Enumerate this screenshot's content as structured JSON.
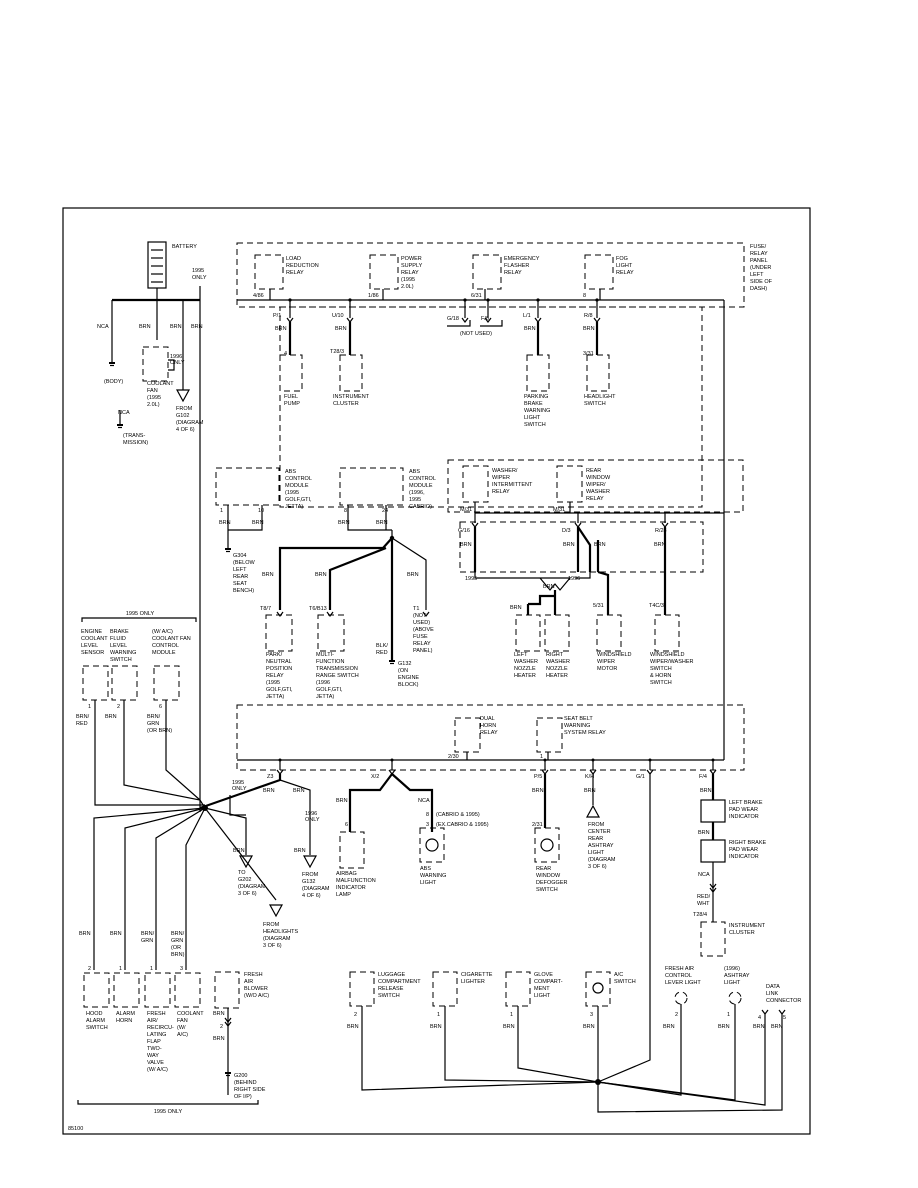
{
  "figure_id": "85100",
  "battery": "BATTERY",
  "only_1995": "1995 ONLY",
  "only_1995_stack": [
    "1995",
    "ONLY"
  ],
  "only_1996_stack": [
    "1996",
    "ONLY"
  ],
  "not_used": "(NOT USED)",
  "top_left_wires": {
    "nca": "NCA",
    "brn": "BRN",
    "body": "(BODY)",
    "nca2": "NCA",
    "trans": [
      "(TRANS-",
      "MISSION)"
    ]
  },
  "coolant_fan": [
    "COOLANT",
    "FAN",
    "(1995",
    "2.0L)"
  ],
  "from_g102": [
    "FROM",
    "G102",
    "(DIAGRAM",
    "4 OF 6)"
  ],
  "fuse_panel": [
    "FUSE/",
    "RELAY",
    "PANEL",
    "(UNDER",
    "LEFT",
    "SIDE OF",
    "DASH)"
  ],
  "relays_top": [
    {
      "label": [
        "LOAD",
        "REDUCTION",
        "RELAY"
      ],
      "pin": "4/86"
    },
    {
      "label": [
        "POWER",
        "SUPPLY",
        "RELAY",
        "(1995",
        "2.0L)"
      ],
      "pin": "1/86"
    },
    {
      "label": [
        "EMERGENCY",
        "FLASHER",
        "RELAY"
      ],
      "pin": "6/31"
    },
    {
      "label": [
        "FOG",
        "LIGHT",
        "RELAY"
      ],
      "pin": "8"
    }
  ],
  "top_connectors": [
    "P/1",
    "U/10",
    "G/18",
    "F/6",
    "L/1",
    "R/8"
  ],
  "fuel_pump": {
    "pin": "4",
    "label": [
      "FUEL",
      "PUMP"
    ]
  },
  "instrument_cluster_top": {
    "pin": "T28/3",
    "label": [
      "INSTRUMENT",
      "CLUSTER"
    ]
  },
  "parking_brake": [
    "PARKING",
    "BRAKE",
    "WARNING",
    "LIGHT",
    "SWITCH"
  ],
  "headlight_switch": {
    "pin": "3/31",
    "label": [
      "HEADLIGHT",
      "SWITCH"
    ]
  },
  "abs_module_a": {
    "label": [
      "ABS",
      "CONTROL",
      "MODULE",
      "(1995",
      "GOLF,GTI,",
      "JETTA)"
    ],
    "pins": [
      "1",
      "10"
    ]
  },
  "abs_module_b": {
    "label": [
      "ABS",
      "CONTROL",
      "MODULE",
      "(1996,",
      "1995",
      "CABRIO)"
    ],
    "pins": [
      "8",
      "24"
    ]
  },
  "g304": [
    "G304",
    "(BELOW",
    "LEFT",
    "REAR",
    "SEAT",
    "BENCH)"
  ],
  "park_neutral": {
    "pin": "T8/7",
    "label": [
      "PARK/",
      "NEUTRAL",
      "POSITION",
      "RELAY",
      "(1995",
      "GOLF,GTI,",
      "JETTA)"
    ]
  },
  "multi_function": {
    "pin": "T6/B13",
    "label": [
      "MULTI-",
      "FUNCTION",
      "TRANSMISSION",
      "RANGE SWITCH",
      "(1996",
      "GOLF,GTI,",
      "JETTA)"
    ]
  },
  "blk_red": [
    "BLK/",
    "RED"
  ],
  "g132": [
    "G132",
    "(ON",
    "ENGINE",
    "BLOCK)"
  ],
  "t1_note": [
    "T1",
    "(NOT",
    "USED)",
    "(ABOVE",
    "FUSE",
    "RELAY",
    "PANEL)"
  ],
  "washer_relay": {
    "pin": "M/31",
    "label": [
      "WASHER/",
      "WIPER",
      "INTERMITTENT",
      "RELAY"
    ]
  },
  "rear_wiper_relay": {
    "pin": "M/31",
    "label": [
      "REAR",
      "WINDOW",
      "WIPER/",
      "WASHER",
      "RELAY"
    ]
  },
  "mid_connectors": [
    "G/16",
    "D/3",
    "H/6",
    "R/28"
  ],
  "year_1995": "1995",
  "year_1996": "1996",
  "left_nozzle": [
    "LEFT",
    "WASHER",
    "NOZZLE",
    "HEATER"
  ],
  "right_nozzle": [
    "RIGHT",
    "WASHER",
    "NOZZLE",
    "HEATER"
  ],
  "wiper_motor": {
    "pin": "5/31",
    "label": [
      "WINDSHIELD",
      "WIPER",
      "MOTOR"
    ]
  },
  "wiper_switch": {
    "pin": "T4C/3",
    "label": [
      "WINDSHIELD",
      "WIPER/WASHER",
      "SWITCH",
      "& HORN",
      "SWITCH"
    ]
  },
  "sensors_1995": [
    {
      "label": [
        "ENGINE",
        "COOLANT",
        "LEVEL",
        "SENSOR"
      ],
      "pin": "1",
      "wire": [
        "BRN/",
        "RED"
      ]
    },
    {
      "label": [
        "BRAKE",
        "FLUID",
        "LEVEL",
        "WARNING",
        "SWITCH"
      ],
      "pin": "2",
      "wire": [
        "BRN"
      ]
    },
    {
      "label": [
        "(W/ A/C)",
        "COOLANT FAN",
        "CONTROL",
        "MODULE"
      ],
      "pin": "6",
      "wire": [
        "BRN/",
        "GRN",
        "(OR BRN)"
      ]
    }
  ],
  "dual_horn_relay": {
    "pin": "2/30",
    "label": [
      "DUAL",
      "HORN",
      "RELAY"
    ]
  },
  "seat_belt_relay": {
    "pin": "1",
    "label": [
      "SEAT BELT",
      "WARNING",
      "SYSTEM RELAY"
    ]
  },
  "low_connectors": [
    "Z3",
    "X/2",
    "P/5",
    "K/H",
    "G/1",
    "F/4"
  ],
  "cabrio_notes": [
    "(CABRIO & 1995)",
    "(EX.CABRIO & 1995)"
  ],
  "to_g202": [
    "TO",
    "G202",
    "(DIAGRAM",
    "3 OF 6)"
  ],
  "from_g132": [
    "FROM",
    "G132",
    "(DIAGRAM",
    "4 OF 6)"
  ],
  "from_headlights": [
    "FROM",
    "HEADLIGHTS",
    "(DIAGRAM",
    "3 OF 6)"
  ],
  "airbag": {
    "pin": "6",
    "label": [
      "AIRBAG",
      "MALFUNCTION",
      "INDICATOR",
      "LAMP"
    ]
  },
  "abs_light": {
    "pins": [
      "8",
      "3"
    ],
    "label": [
      "ABS",
      "WARNING",
      "LIGHT"
    ]
  },
  "rear_defogger": {
    "pin": "2/31",
    "label": [
      "REAR",
      "WINDOW",
      "DEFOGGER",
      "SWITCH"
    ]
  },
  "from_center": [
    "FROM",
    "CENTER",
    "REAR",
    "ASHTRAY",
    "LIGHT",
    "(DIAGRAM",
    "3 OF 6)"
  ],
  "left_brake_pad": [
    "LEFT BRAKE",
    "PAD WEAR",
    "INDICATOR"
  ],
  "right_brake_pad": [
    "RIGHT BRAKE",
    "PAD WEAR",
    "INDICATOR"
  ],
  "red_wht": [
    "RED/",
    "WHT"
  ],
  "instrument_cluster_bottom": {
    "pin": "T28/4",
    "label": [
      "INSTRUMENT",
      "CLUSTER"
    ]
  },
  "bottom_left": [
    {
      "pin": "2",
      "wire": [
        "BRN"
      ],
      "label": [
        "HOOD",
        "ALARM",
        "SWITCH"
      ]
    },
    {
      "pin": "1",
      "wire": [
        "BRN"
      ],
      "label": [
        "ALARM",
        "HORN"
      ]
    },
    {
      "pin": "1",
      "wire": [
        "BRN/",
        "GRN"
      ],
      "label": [
        "FRESH",
        "AIR/",
        "RECIRCU-",
        "LATING",
        "FLAP",
        "TWO-",
        "WAY",
        "VALVE",
        "(W/ A/C)"
      ]
    },
    {
      "pin": "3",
      "wire": [
        "BRN/",
        "GRN",
        "(OR",
        "BRN)"
      ],
      "label": [
        "COOLANT",
        "FAN",
        "(W/",
        "A/C)"
      ]
    }
  ],
  "fresh_air_blower": {
    "label": [
      "FRESH",
      "AIR",
      "BLOWER",
      "(W/O A/C)"
    ],
    "pin": "2"
  },
  "g200": [
    "G200",
    "(BEHIND",
    "RIGHT SIDE",
    "OF I/P)"
  ],
  "bottom_right": [
    {
      "pin": "2",
      "label": [
        "LUGGAGE",
        "COMPARTMENT",
        "RELEASE",
        "SWITCH"
      ]
    },
    {
      "pin": "1",
      "label": [
        "CIGARETTE",
        "LIGHTER"
      ]
    },
    {
      "pin": "1",
      "label": [
        "GLOVE",
        "COMPART-",
        "MENT",
        "LIGHT"
      ]
    },
    {
      "pin": "3",
      "label": [
        "A/C",
        "SWITCH"
      ]
    },
    {
      "pin": "2",
      "label": [
        "FRESH AIR",
        "CONTROL",
        "LEVER LIGHT"
      ]
    },
    {
      "pin": "1",
      "label": [
        "(1996)",
        "ASHTRAY",
        "LIGHT"
      ]
    },
    {
      "pins": [
        "4",
        "5"
      ],
      "label": [
        "DATA",
        "LINK",
        "CONNECTOR"
      ]
    }
  ],
  "wire_color": "BRN"
}
